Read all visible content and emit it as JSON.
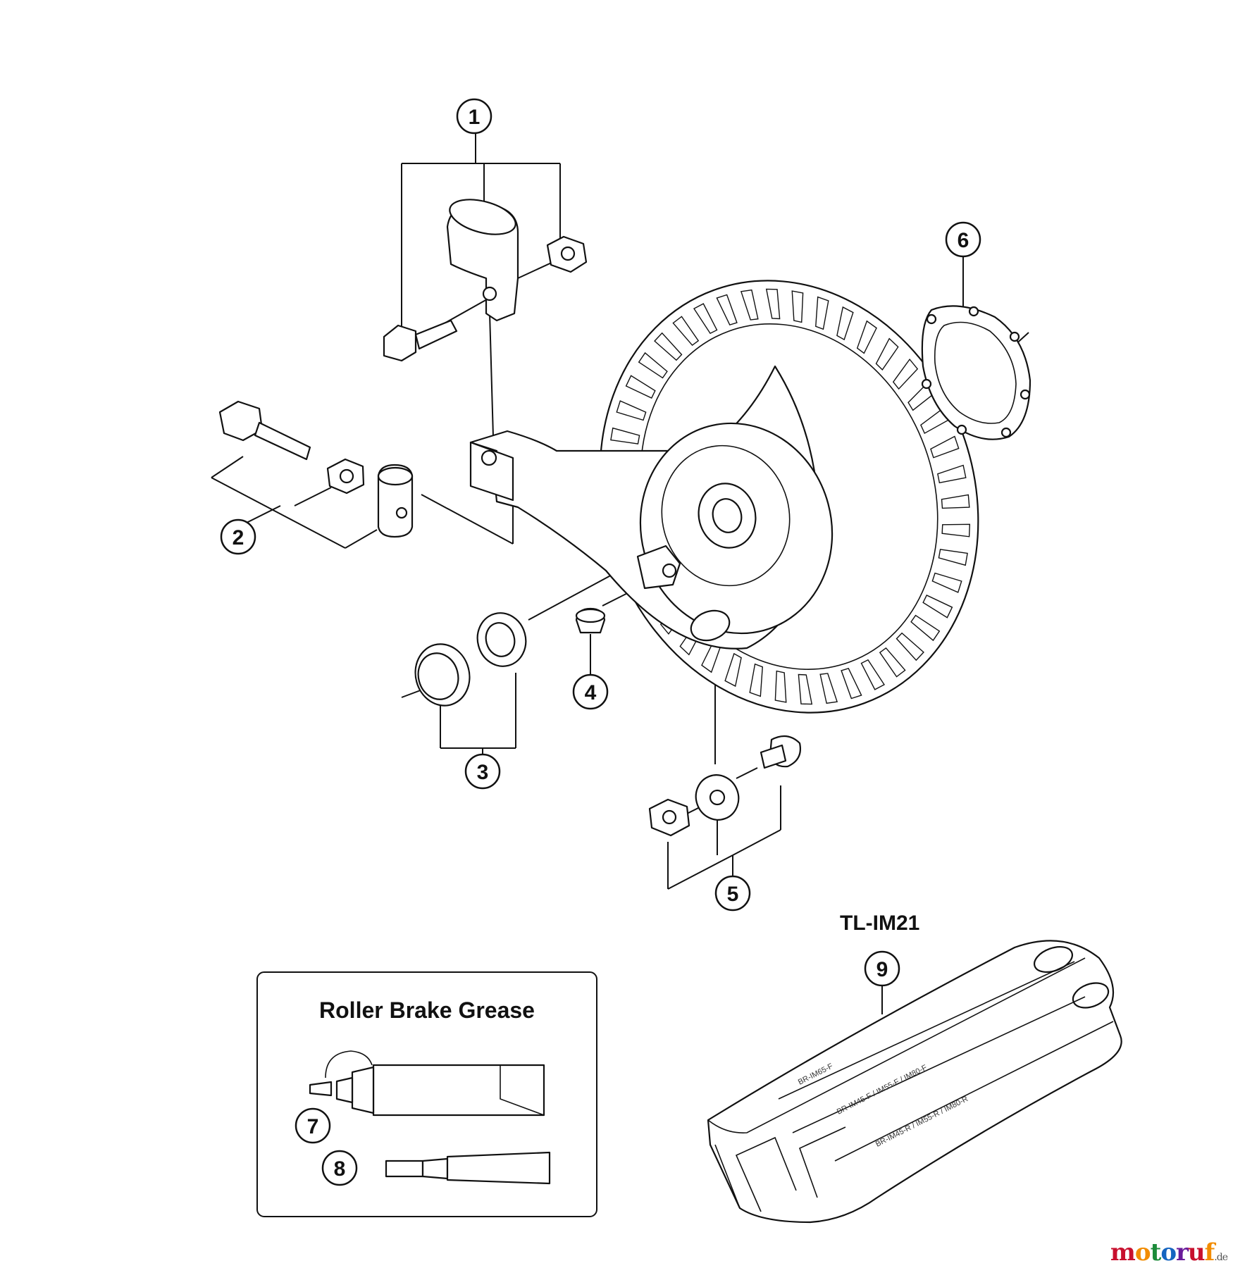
{
  "callouts": [
    "1",
    "2",
    "3",
    "4",
    "5",
    "6",
    "7",
    "8",
    "9"
  ],
  "grease_box": {
    "title": "Roller Brake Grease"
  },
  "tool": {
    "name": "TL-IM21",
    "labels": [
      "BR-IM65-F",
      "BR-IM45-F / IM55-F / IM80-F",
      "BR-IM45-R / IM55-R / IM80-R"
    ]
  },
  "watermark": {
    "letters": [
      "m",
      "o",
      "t",
      "o",
      "r",
      "u",
      "f"
    ],
    "letter_colors": [
      "#c8102e",
      "#f28c00",
      "#1c8b3a",
      "#1565c0",
      "#6a1b9a",
      "#c8102e",
      "#f28c00"
    ],
    "suffix": ".de"
  }
}
